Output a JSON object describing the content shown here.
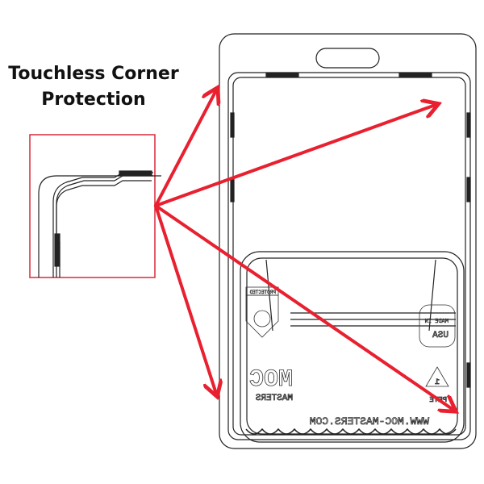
{
  "heading": {
    "line1": "Touchless Corner",
    "line2": "Protection"
  },
  "blister_logo_text": {
    "brand": "MOC",
    "brand_sub": "MASTERS",
    "website": "WWW.MOC-MASTERS.COM",
    "badge_top": "PROTECTED",
    "made_in": "MADE IN",
    "country": "USA",
    "recycle_number": "1",
    "recycle_label": "PETE"
  },
  "colors": {
    "arrow": "#e8202f",
    "line": "#222222",
    "inset_border": "#d8283a"
  }
}
